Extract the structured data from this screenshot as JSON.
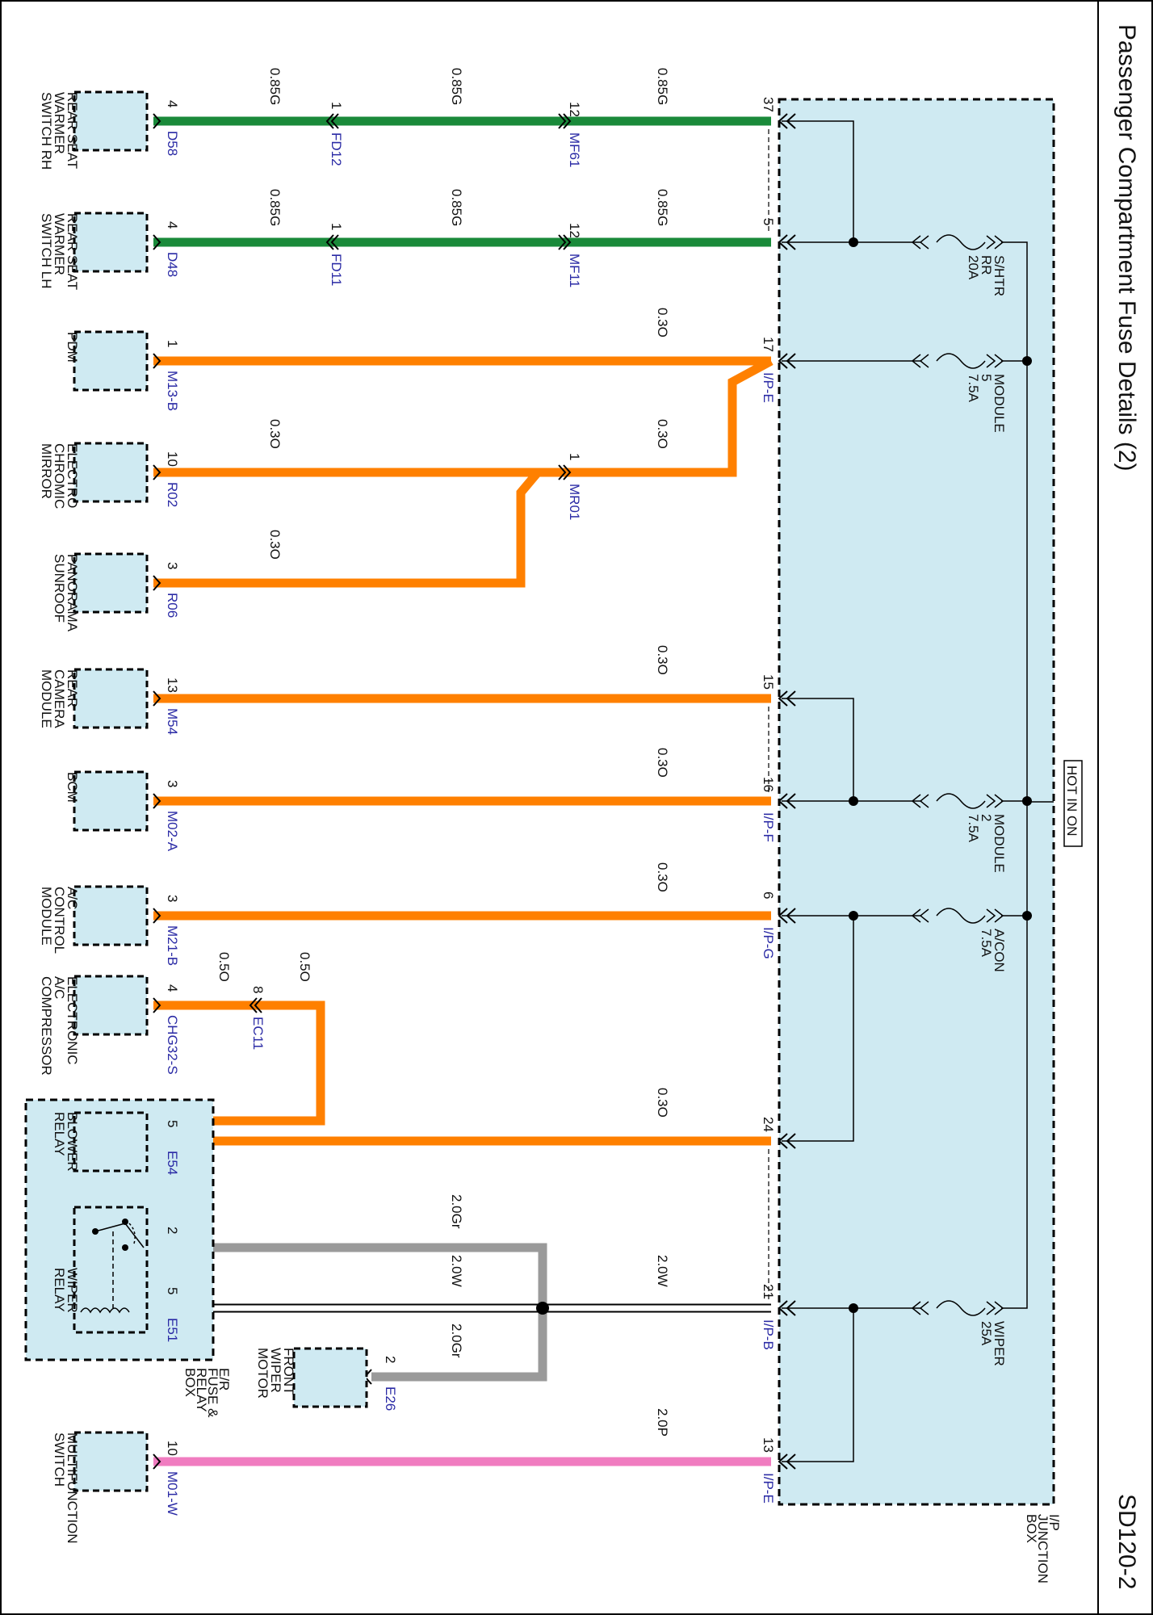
{
  "page": {
    "title": "Passenger Compartment Fuse Details (2)",
    "code": "SD120-2",
    "hot_label": "HOT IN ON",
    "ip_box_label": [
      "I/P",
      "JUNCTION",
      "BOX"
    ],
    "er_box_label": [
      "E/R",
      "FUSE &",
      "RELAY",
      "BOX"
    ]
  },
  "colors": {
    "box_fill": "#cfeaf2",
    "green": "#1a8a3a",
    "orange": "#ff8000",
    "gray": "#9a9a9a",
    "pink": "#f07cc0",
    "white_wire": "#ffffff",
    "connector_blue": "#2a2aa5"
  },
  "fuses": [
    {
      "name": "S/HTR RR",
      "rating": "20A"
    },
    {
      "name": "MODULE 5",
      "rating": "7.5A"
    },
    {
      "name": "MODULE 2",
      "rating": "7.5A"
    },
    {
      "name": "A/CON",
      "rating": "7.5A"
    },
    {
      "name": "WIPER",
      "rating": "25A"
    }
  ],
  "ip_pins": [
    {
      "pin": "37",
      "connector": ""
    },
    {
      "pin": "5",
      "connector": ""
    },
    {
      "pin": "17",
      "connector": "I/P-E"
    },
    {
      "pin": "15",
      "connector": ""
    },
    {
      "pin": "16",
      "connector": "I/P-F"
    },
    {
      "pin": "6",
      "connector": "I/P-G"
    },
    {
      "pin": "24",
      "connector": ""
    },
    {
      "pin": "21",
      "connector": "I/P-B"
    },
    {
      "pin": "13",
      "connector": "I/P-E"
    }
  ],
  "inline_connectors": [
    {
      "pin": "12",
      "name": "MF61"
    },
    {
      "pin": "1",
      "name": "FD12"
    },
    {
      "pin": "12",
      "name": "MF11"
    },
    {
      "pin": "1",
      "name": "FD11"
    },
    {
      "pin": "1",
      "name": "MR01"
    },
    {
      "pin": "8",
      "name": "EC11"
    }
  ],
  "wires": [
    {
      "spec": "0.85G"
    },
    {
      "spec": "0.3O"
    },
    {
      "spec": "0.5O"
    },
    {
      "spec": "2.0Gr"
    },
    {
      "spec": "2.0W"
    },
    {
      "spec": "2.0P"
    }
  ],
  "loads": [
    {
      "pin": "4",
      "connector": "D58",
      "name": [
        "REAR SEAT",
        "WARMER",
        "SWITCH RH"
      ]
    },
    {
      "pin": "4",
      "connector": "D48",
      "name": [
        "REAR SEAT",
        "WARMER",
        "SWITCH LH"
      ]
    },
    {
      "pin": "1",
      "connector": "M13-B",
      "name": [
        "PDM"
      ]
    },
    {
      "pin": "10",
      "connector": "R02",
      "name": [
        "ELECTRO",
        "CHROMIC",
        "MIRROR"
      ]
    },
    {
      "pin": "3",
      "connector": "R06",
      "name": [
        "PANORAMA",
        "SUNROOF"
      ]
    },
    {
      "pin": "13",
      "connector": "M54",
      "name": [
        "REAR",
        "CAMERA",
        "MODULE"
      ]
    },
    {
      "pin": "3",
      "connector": "M02-A",
      "name": [
        "BCM"
      ]
    },
    {
      "pin": "3",
      "connector": "M21-B",
      "name": [
        "A/C",
        "CONTROL",
        "MODULE"
      ]
    },
    {
      "pin": "4",
      "connector": "CHG32-S",
      "name": [
        "ELECTRONIC",
        "A/C",
        "COMPRESSOR"
      ]
    },
    {
      "pin": "5",
      "connector": "E54",
      "name": [
        "BLOWER",
        "RELAY"
      ]
    },
    {
      "pin": "2",
      "connector": "",
      "name": [
        "WIPER",
        "RELAY"
      ]
    },
    {
      "pin": "5",
      "connector": "E51",
      "name": []
    },
    {
      "pin": "2",
      "connector": "E26",
      "name": [
        "FRONT",
        "WIPER",
        "MOTOR"
      ]
    },
    {
      "pin": "10",
      "connector": "M01-W",
      "name": [
        "MULTIFUNCTION",
        "SWITCH"
      ]
    }
  ]
}
